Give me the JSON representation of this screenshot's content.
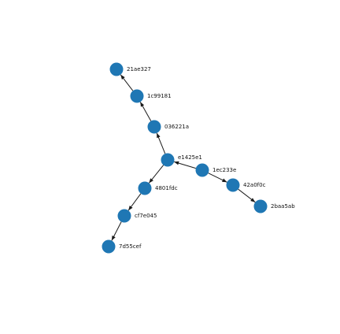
{
  "graph": {
    "node_color": "#1f77b4",
    "edge_color": "#1a1a1a",
    "nodes": [
      {
        "id": "21ae327",
        "label": "21ae327"
      },
      {
        "id": "1c99181",
        "label": "1c99181"
      },
      {
        "id": "036221a",
        "label": "036221a"
      },
      {
        "id": "e1425e1",
        "label": "e1425e1"
      },
      {
        "id": "1ec233e",
        "label": "1ec233e"
      },
      {
        "id": "42a0f0c",
        "label": "42a0f0c"
      },
      {
        "id": "2baa5ab",
        "label": "2baa5ab"
      },
      {
        "id": "4801fdc",
        "label": "4801fdc"
      },
      {
        "id": "cf7e045",
        "label": "cf7e045"
      },
      {
        "id": "7d55cef",
        "label": "7d55cef"
      }
    ],
    "edges": [
      {
        "source": "1c99181",
        "target": "21ae327"
      },
      {
        "source": "036221a",
        "target": "1c99181"
      },
      {
        "source": "e1425e1",
        "target": "036221a"
      },
      {
        "source": "1ec233e",
        "target": "e1425e1"
      },
      {
        "source": "1ec233e",
        "target": "42a0f0c"
      },
      {
        "source": "42a0f0c",
        "target": "2baa5ab"
      },
      {
        "source": "e1425e1",
        "target": "4801fdc"
      },
      {
        "source": "4801fdc",
        "target": "cf7e045"
      },
      {
        "source": "cf7e045",
        "target": "7d55cef"
      }
    ]
  }
}
